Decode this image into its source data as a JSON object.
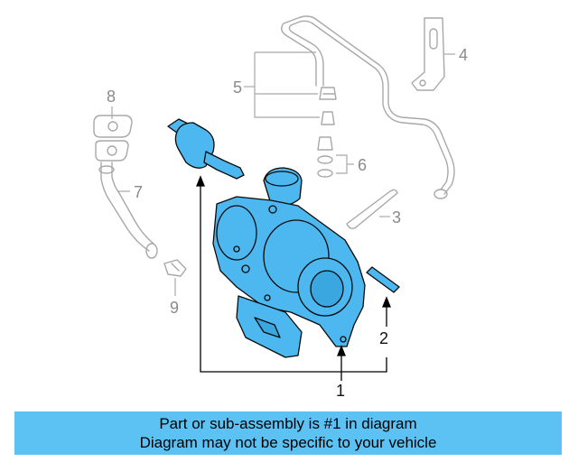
{
  "callouts": {
    "c1": "1",
    "c2": "2",
    "c3": "3",
    "c4": "4",
    "c5": "5",
    "c6": "6",
    "c7": "7",
    "c8": "8",
    "c9": "9"
  },
  "banner": {
    "line1": "Part or sub-assembly is #1 in diagram",
    "line2": "Diagram may not be specific to your vehicle"
  },
  "colors": {
    "highlight": "#5bc2f3",
    "part_fill": "#4db8f0",
    "ghost_line": "#a0a0a0",
    "leader_line": "#000000"
  }
}
